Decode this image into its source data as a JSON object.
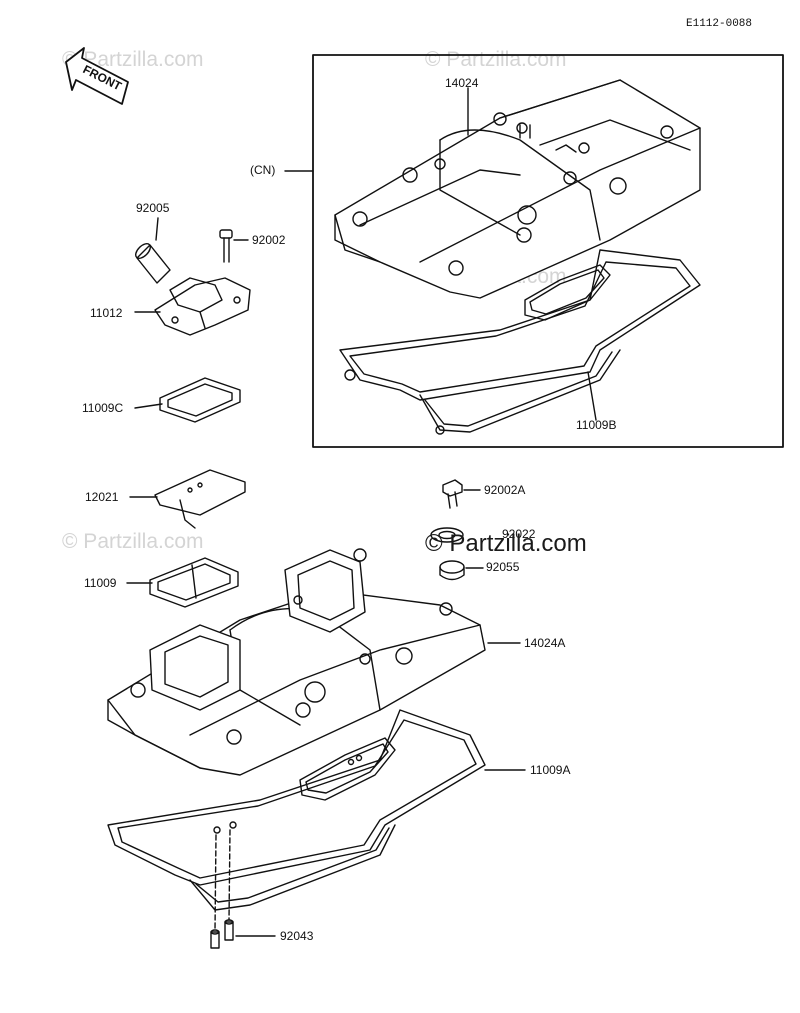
{
  "diagram_code": "E1112-0088",
  "front_label": "FRONT",
  "watermark": "© Partzilla.com",
  "labels": {
    "p14024": "14024",
    "cn": "(CN)",
    "p92005": "92005",
    "p92002": "92002",
    "p11012": "11012",
    "p11009C": "11009C",
    "p11009B": "11009B",
    "p12021": "12021",
    "p92002A": "92002A",
    "p92022": "92022",
    "p92055": "92055",
    "p11009": "11009",
    "p14024A": "14024A",
    "p11009A": "11009A",
    "p92043": "92043"
  }
}
